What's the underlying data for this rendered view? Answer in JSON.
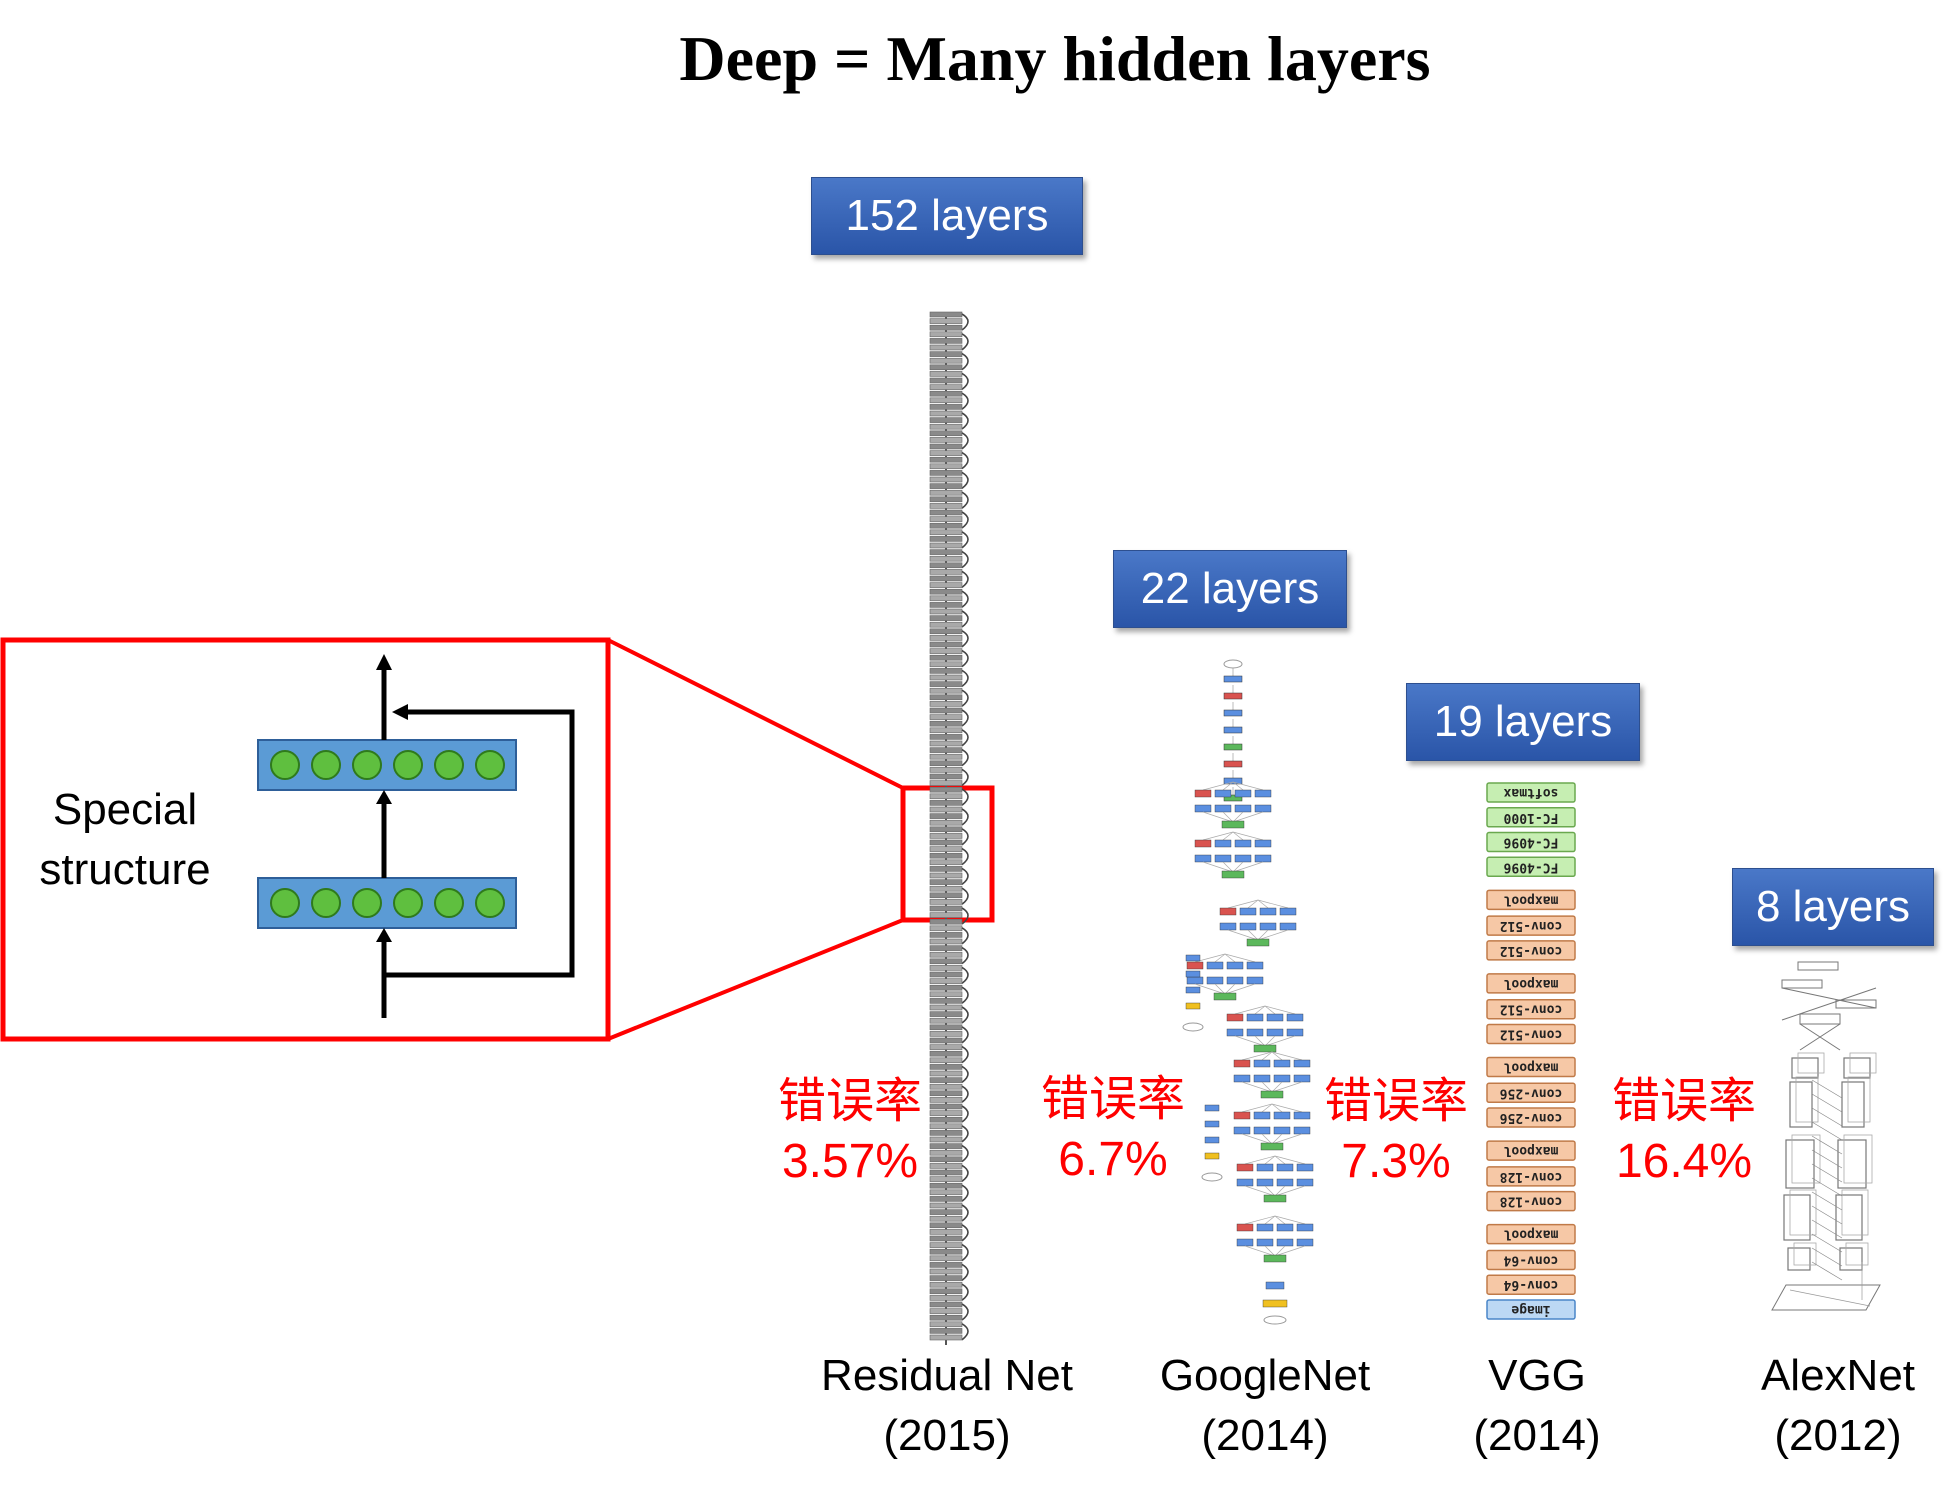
{
  "title": "Deep = Many hidden layers",
  "inset": {
    "label_line1": "Special",
    "label_line2": "structure"
  },
  "networks": [
    {
      "id": "resnet",
      "layers_badge": "152 layers",
      "name": "Residual Net",
      "year": "(2015)",
      "error_label": "错误率",
      "error_value": "3.57%"
    },
    {
      "id": "googlenet",
      "layers_badge": "22 layers",
      "name": "GoogleNet",
      "year": "(2014)",
      "error_label": "错误率",
      "error_value": "6.7%"
    },
    {
      "id": "vgg",
      "layers_badge": "19 layers",
      "name": "VGG",
      "year": "(2014)",
      "error_label": "错误率",
      "error_value": "7.3%"
    },
    {
      "id": "alexnet",
      "layers_badge": "8 layers",
      "name": "AlexNet",
      "year": "(2012)",
      "error_label": "错误率",
      "error_value": "16.4%"
    }
  ],
  "vgg_layers": [
    "softmax",
    "FC-1000",
    "FC-4096",
    "FC-4096",
    "maxpool",
    "conv-512",
    "conv-512",
    "maxpool",
    "conv-512",
    "conv-512",
    "maxpool",
    "conv-256",
    "conv-256",
    "maxpool",
    "conv-128",
    "conv-128",
    "maxpool",
    "conv-64",
    "conv-64",
    "image"
  ],
  "colors": {
    "badge": "#3a66b8",
    "error_text": "#ff0000",
    "highlight": "#ff0000",
    "neuron_fill": "#5fbf3f",
    "layer_bar": "#5b9bd5"
  }
}
